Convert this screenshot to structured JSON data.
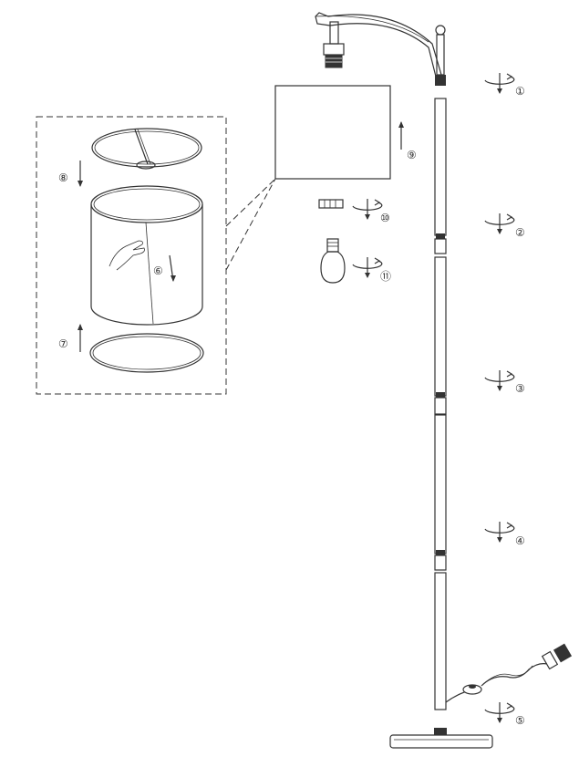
{
  "steps": [
    {
      "id": 1,
      "label": "①",
      "action": "rotate"
    },
    {
      "id": 2,
      "label": "②",
      "action": "rotate"
    },
    {
      "id": 3,
      "label": "③",
      "action": "rotate"
    },
    {
      "id": 4,
      "label": "④",
      "action": "rotate"
    },
    {
      "id": 5,
      "label": "⑤",
      "action": "rotate"
    },
    {
      "id": 6,
      "label": "⑥",
      "action": "move-down"
    },
    {
      "id": 7,
      "label": "⑦",
      "action": "move-up"
    },
    {
      "id": 8,
      "label": "⑧",
      "action": "move-down"
    },
    {
      "id": 9,
      "label": "⑨",
      "action": "move-up"
    },
    {
      "id": 10,
      "label": "⑩",
      "action": "rotate"
    },
    {
      "id": 11,
      "label": "⑪",
      "action": "rotate"
    }
  ],
  "colors": {
    "line": "#333333",
    "background": "#ffffff"
  }
}
